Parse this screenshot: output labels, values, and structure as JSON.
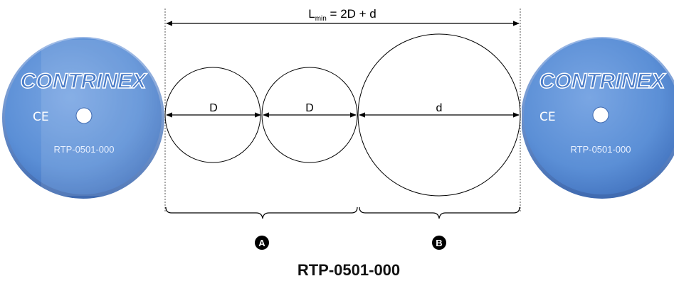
{
  "formula": {
    "prefix": "L",
    "subscript": "min",
    "rest": " = 2D + d"
  },
  "circles": {
    "label_1": "D",
    "label_2": "D",
    "label_3": "d"
  },
  "tag": {
    "brand": "CONTRINEX",
    "mark": "CE",
    "model": "RTP-0501-000",
    "color": "#5b8fd6"
  },
  "markers": {
    "a": "A",
    "b": "B"
  },
  "caption": "RTP-0501-000"
}
